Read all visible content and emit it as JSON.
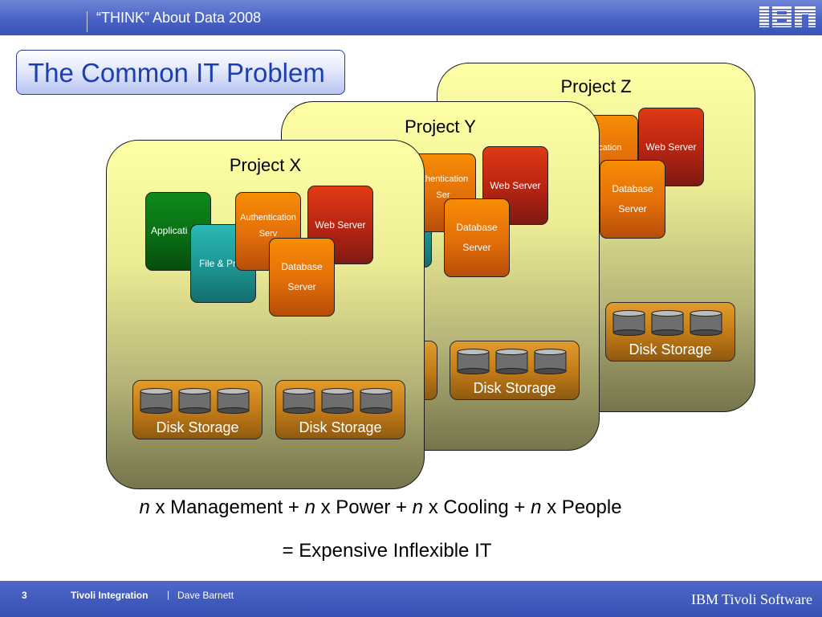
{
  "header": {
    "conference": "“THINK” About Data 2008",
    "logo_text": "IBM"
  },
  "slide": {
    "title": "The Common IT Problem"
  },
  "projects": [
    {
      "name": "Project Z",
      "servers": {
        "auth_partial": "ntication",
        "web": "Web Server",
        "db_line1": "Database",
        "db_line2": "Server"
      },
      "disks": [
        {
          "label": "Disk Storage"
        }
      ]
    },
    {
      "name": "Project Y",
      "servers": {
        "auth_line1": "uthentication",
        "auth_line2": "Ser",
        "web": "Web Server",
        "db_line1": "Database",
        "db_line2": "Server"
      },
      "disks": [
        {
          "label": "Disk Storage"
        }
      ]
    },
    {
      "name": "Project X",
      "servers": {
        "app": "Applicati",
        "file": "File & Pr",
        "auth_line1": "Authentication",
        "auth_line2": "Serv",
        "web": "Web Server",
        "db_line1": "Database",
        "db_line2": "Server"
      },
      "disks": [
        {
          "label": "Disk Storage"
        },
        {
          "label": "Disk Storage"
        }
      ]
    }
  ],
  "formula": {
    "n": "n",
    "t1": " x Management + ",
    "t2": " x Power + ",
    "t3": " x Cooling + ",
    "t4": " x People",
    "result": "= Expensive Inflexible IT"
  },
  "footer": {
    "page_number": "3",
    "presentation": "Tivoli Integration",
    "divider": "|",
    "author": "Dave Barnett",
    "brand": "IBM Tivoli Software"
  },
  "colors": {
    "header_blue": "#4863c4",
    "title_text": "#1b3fb3",
    "panel_yellow": "#ffffa6",
    "web_server_red": "#b52412",
    "database_orange": "#e26e0a",
    "application_green": "#0a6b14",
    "file_print_teal": "#1d9492",
    "disk_orange": "#c47c18"
  }
}
